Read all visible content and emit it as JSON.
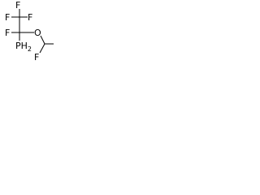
{
  "molecule": {
    "atoms": {
      "f_top_left": "F",
      "f_top_right": "F",
      "f_mid_left": "F",
      "f_mid_right": "F",
      "f_bottom": "F",
      "oxygen": "O",
      "phosphine": "PH",
      "phosphine_subscript": "2"
    }
  },
  "colors": {
    "background": "#ffffff",
    "ink": "#000000"
  }
}
